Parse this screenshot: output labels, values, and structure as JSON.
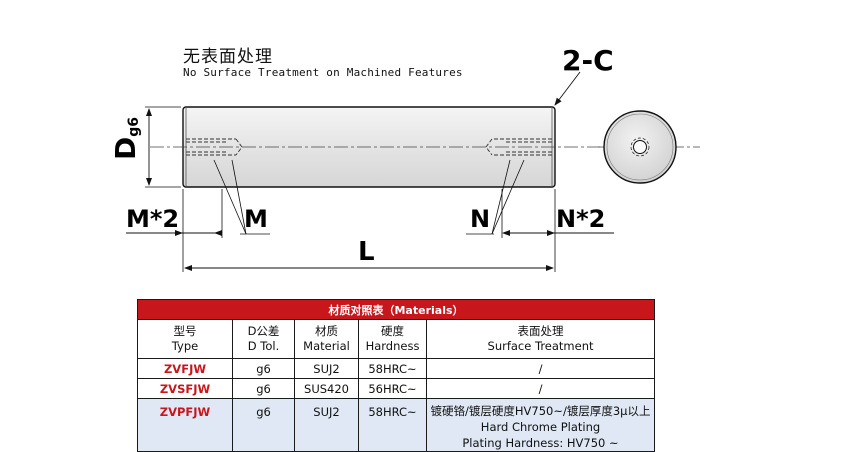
{
  "drawing": {
    "note_cn": "无表面处理",
    "note_en": "No Surface Treatment on Machined Features",
    "chamfer_label": "2-C",
    "diameter_label": "D",
    "diameter_sub": "g6",
    "label_m2": "M*2",
    "label_m": "M",
    "label_n": "N",
    "label_n2": "N*2",
    "label_l": "L"
  },
  "table": {
    "title": "材质对照表（Materials）",
    "headers": [
      {
        "cn": "型号",
        "en": "Type"
      },
      {
        "cn": "D公差",
        "en": "D Tol."
      },
      {
        "cn": "材质",
        "en": "Material"
      },
      {
        "cn": "硬度",
        "en": "Hardness"
      },
      {
        "cn": "表面处理",
        "en": "Surface Treatment"
      }
    ],
    "rows": [
      {
        "type": "ZVFJW",
        "tol": "g6",
        "material": "SUJ2",
        "hardness": "58HRC~",
        "surface": "/"
      },
      {
        "type": "ZVSFJW",
        "tol": "g6",
        "material": "SUS420",
        "hardness": "56HRC~",
        "surface": "/"
      },
      {
        "type": "ZVPFJW",
        "tol": "g6",
        "material": "SUJ2",
        "hardness": "58HRC~",
        "surface_lines": [
          "镀硬铬/镀层硬度HV750~/镀层厚度3μ以上",
          "Hard Chrome Plating",
          "Plating Hardness: HV750 ~"
        ]
      }
    ]
  },
  "colors": {
    "header_red": "#c8161d",
    "row_tint": "#dfe8f4",
    "shaft_fill": "#e9e9e9"
  }
}
